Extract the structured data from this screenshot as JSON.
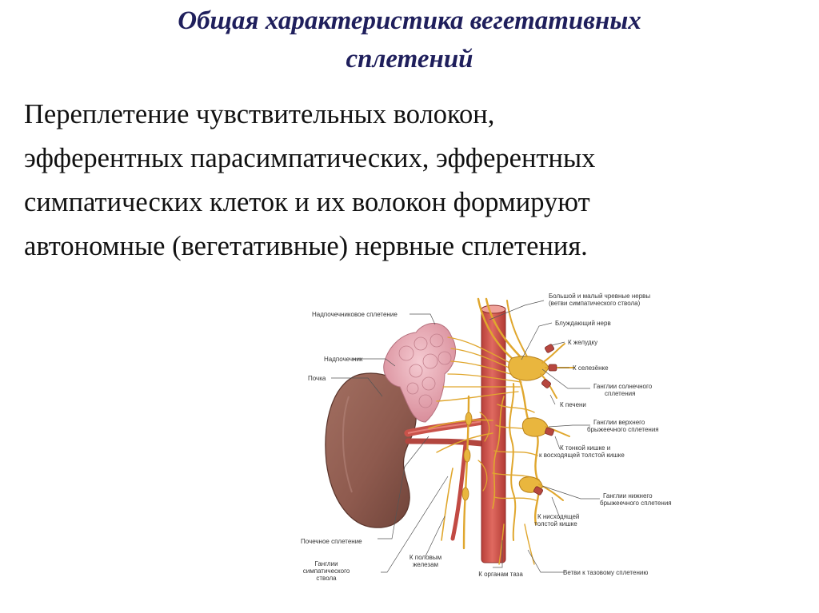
{
  "title": {
    "line1": "Общая характеристика вегетативных",
    "line2": "сплетений"
  },
  "body": {
    "line1": "Переплетение чувствительных волокон,",
    "line2": "эфферентных парасимпатических, эфферентных",
    "line3": "симпатических клеток и их волокон формируют",
    "line4": "автономные (вегетативные) нервные сплетения."
  },
  "figure": {
    "labels": {
      "suprarenal_plexus": "Надпочечниковое сплетение",
      "adrenal_gland": "Надпочечник",
      "kidney": "Почка",
      "renal_plexus": "Почечное сплетение",
      "sympathetic_trunk_ganglia_1": "Ганглии",
      "sympathetic_trunk_ganglia_2": "симпатического",
      "sympathetic_trunk_ganglia_3": "ствола",
      "to_sex_glands_1": "К половым",
      "to_sex_glands_2": "железам",
      "to_pelvic_organs": "К органам таза",
      "splanchnic_nerves_1": "Большой и малый чревные нервы",
      "splanchnic_nerves_2": "(ветви симпатического ствола)",
      "vagus_nerve": "Блуждающий нерв",
      "to_stomach": "К желудку",
      "to_spleen": "К селезёнке",
      "celiac_ganglia_1": "Ганглии солнечного",
      "celiac_ganglia_2": "сплетения",
      "to_liver": "К печени",
      "superior_mesenteric_1": "Ганглии верхнего",
      "superior_mesenteric_2": "брыжеечного сплетения",
      "to_small_intestine_1": "К тонкой кишке и",
      "to_small_intestine_2": "к восходящей толстой кишке",
      "inferior_mesenteric_1": "Ганглии нижнего",
      "inferior_mesenteric_2": "брыжеечного сплетения",
      "to_descending_colon_1": "К нисходящей",
      "to_descending_colon_2": "толстой кишке",
      "to_pelvic_plexus": "Ветви к тазовому сплетению"
    },
    "colors": {
      "kidney": "#8e5a4e",
      "adrenal": "#e8a8b4",
      "aorta": "#d9574f",
      "nerve": "#e0a72e"
    }
  }
}
